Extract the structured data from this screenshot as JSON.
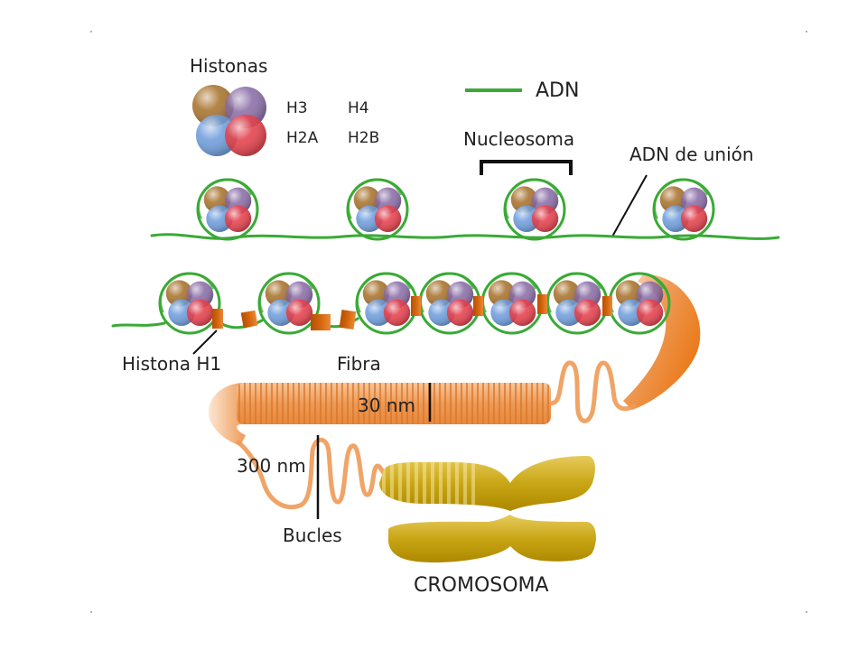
{
  "legend": {
    "histones_title": "Histonas",
    "h3": "H3",
    "h4": "H4",
    "h2a": "H2A",
    "h2b": "H2B",
    "dna": "ADN"
  },
  "labels": {
    "nucleosome": "Nucleosoma",
    "linker_dna": "ADN de unión",
    "histone_h1": "Histona H1",
    "fiber": "Fibra",
    "fiber_width": "30 nm",
    "loop_width": "300 nm",
    "loops": "Bucles",
    "chromosome": "CROMOSOMA"
  },
  "colors": {
    "dna": "#3aaa35",
    "histone_h3": "#a0661a",
    "histone_h4": "#7d5c9c",
    "histone_h2a": "#5d92d8",
    "histone_h2b": "#e2303c",
    "histone_h1": "#d4660c",
    "fiber": "#ee9a55",
    "chromosome": "#c9a615",
    "text": "#222222"
  }
}
